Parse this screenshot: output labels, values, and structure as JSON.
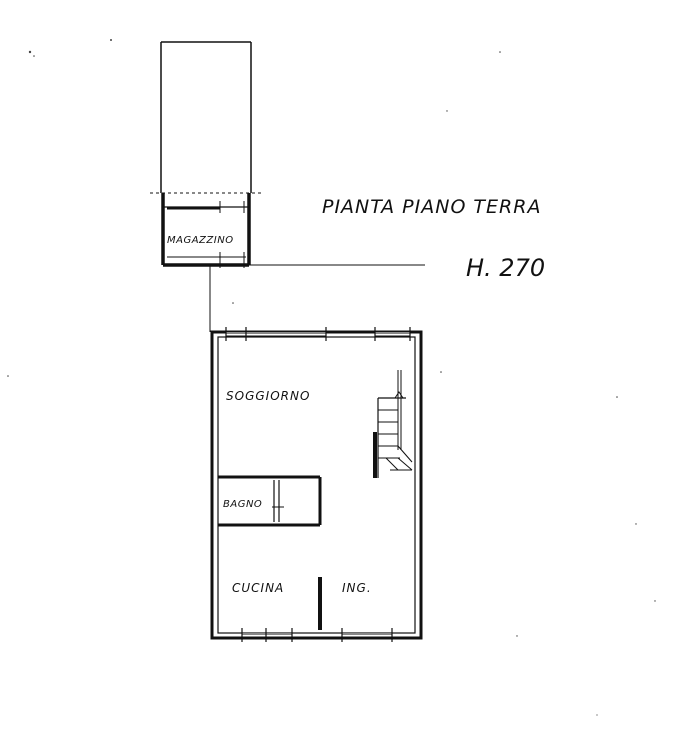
{
  "title": "PIANTA PIANO TERRA",
  "height_label": "H. 270",
  "rooms": {
    "storage": "MAGAZZINO",
    "living": "SOGGIORNO",
    "bathroom": "BAGNO",
    "kitchen": "CUCINA",
    "entrance": "ING."
  },
  "colors": {
    "ink": "#111111",
    "paper": "#ffffff"
  }
}
